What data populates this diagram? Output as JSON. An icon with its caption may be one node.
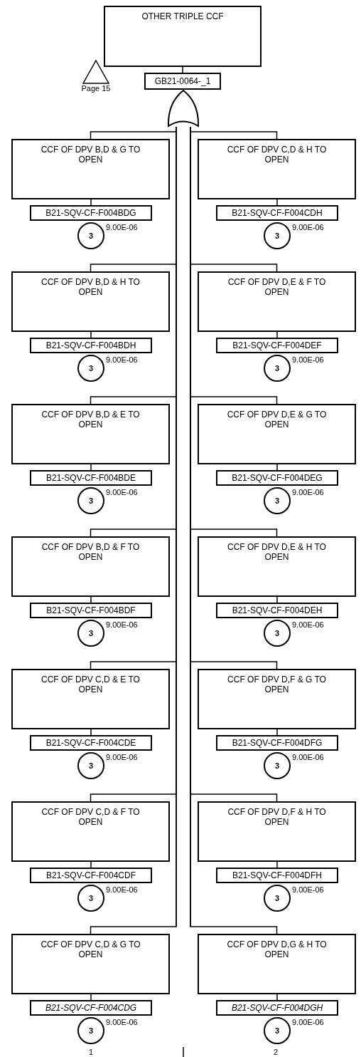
{
  "diagram": {
    "nodes": [
      {
        "text": [
          "OTHER TRIPLE CCF"
        ]
      },
      {
        "text": [],
        "shape": "triangle",
        "beside": [
          "Page 15"
        ]
      },
      {
        "text": [
          "GB21-0064-_1"
        ]
      },
      {
        "text": [],
        "shape": "gate"
      },
      {
        "text": [
          "CCF OF DPV B,D & G TO OPEN"
        ]
      },
      {
        "text": [
          "B21-SQV-CF-F004BDG"
        ]
      },
      {
        "text": [
          "3"
        ],
        "beside": [
          "9.00E-06"
        ]
      },
      {
        "text": [
          "CCF OF DPV C,D & H TO OPEN"
        ]
      },
      {
        "text": [
          "B21-SQV-CF-F004CDH"
        ]
      },
      {
        "text": [
          "3"
        ],
        "beside": [
          "9.00E-06"
        ]
      },
      {
        "text": [
          "CCF OF DPV B,D & H TO OPEN"
        ]
      },
      {
        "text": [
          "B21-SQV-CF-F004BDH"
        ]
      },
      {
        "text": [
          "3"
        ],
        "beside": [
          "9.00E-06"
        ]
      },
      {
        "text": [
          "CCF OF DPV D,E & F TO OPEN"
        ]
      },
      {
        "text": [
          "B21-SQV-CF-F004DEF"
        ]
      },
      {
        "text": [
          "3"
        ],
        "beside": [
          "9.00E-06"
        ]
      },
      {
        "text": [
          "CCF OF DPV B,D & E TO OPEN"
        ]
      },
      {
        "text": [
          "B21-SQV-CF-F004BDE"
        ]
      },
      {
        "text": [
          "3"
        ],
        "beside": [
          "9.00E-06"
        ]
      },
      {
        "text": [
          "CCF OF DPV D,E & G TO OPEN"
        ]
      },
      {
        "text": [
          "B21-SQV-CF-F004DEG"
        ]
      },
      {
        "text": [
          "3"
        ],
        "beside": [
          "9.00E-06"
        ]
      },
      {
        "text": [
          "CCF OF DPV B,D & F TO OPEN"
        ]
      },
      {
        "text": [
          "B21-SQV-CF-F004BDF"
        ]
      },
      {
        "text": [
          "3"
        ],
        "beside": [
          "9.00E-06"
        ]
      },
      {
        "text": [
          "CCF OF DPV D,E & H TO OPEN"
        ]
      },
      {
        "text": [
          "B21-SQV-CF-F004DEH"
        ]
      },
      {
        "text": [
          "3"
        ],
        "beside": [
          "9.00E-06"
        ]
      },
      {
        "text": [
          "CCF OF DPV C,D & E TO OPEN"
        ]
      },
      {
        "text": [
          "B21-SQV-CF-F004CDE"
        ]
      },
      {
        "text": [
          "3"
        ],
        "beside": [
          "9.00E-06"
        ]
      },
      {
        "text": [
          "CCF OF DPV D,F & G TO OPEN"
        ]
      },
      {
        "text": [
          "B21-SQV-CF-F004DFG"
        ]
      },
      {
        "text": [
          "3"
        ],
        "beside": [
          "9.00E-06"
        ]
      },
      {
        "text": [
          "CCF OF DPV C,D & F TO OPEN"
        ]
      },
      {
        "text": [
          "B21-SQV-CF-F004CDF"
        ]
      },
      {
        "text": [
          "3"
        ],
        "beside": [
          "9.00E-06"
        ]
      },
      {
        "text": [
          "CCF OF DPV D,F & H TO OPEN"
        ]
      },
      {
        "text": [
          "B21-SQV-CF-F004DFH"
        ]
      },
      {
        "text": [
          "3"
        ],
        "beside": [
          "9.00E-06"
        ]
      },
      {
        "text": [
          "CCF OF DPV C,D & G TO OPEN"
        ]
      },
      {
        "text": [
          "B21-SQV-CF-F004CDG"
        ]
      },
      {
        "text": [
          "3"
        ],
        "beside": [
          "9.00E-06"
        ]
      },
      {
        "text": [
          "CCF OF DPV D,G & H TO OPEN"
        ]
      },
      {
        "text": [
          "B21-SQV-CF-F004DGH"
        ]
      },
      {
        "text": [
          "3"
        ],
        "beside": [
          "9.00E-06"
        ]
      }
    ],
    "edges": [
      {
        "from": 0,
        "to": 2,
        "arrow": "none"
      },
      {
        "from": 3,
        "to": 4,
        "arrow": "none"
      },
      {
        "from": 4,
        "to": 5,
        "arrow": "none"
      },
      {
        "from": 3,
        "to": 7,
        "arrow": "none"
      },
      {
        "from": 7,
        "to": 8,
        "arrow": "none"
      },
      {
        "from": 3,
        "to": 10,
        "arrow": "none"
      },
      {
        "from": 10,
        "to": 11,
        "arrow": "none"
      },
      {
        "from": 3,
        "to": 13,
        "arrow": "none"
      },
      {
        "from": 13,
        "to": 14,
        "arrow": "none"
      },
      {
        "from": 3,
        "to": 16,
        "arrow": "none"
      },
      {
        "from": 16,
        "to": 17,
        "arrow": "none"
      },
      {
        "from": 3,
        "to": 19,
        "arrow": "none"
      },
      {
        "from": 19,
        "to": 20,
        "arrow": "none"
      },
      {
        "from": 3,
        "to": 22,
        "arrow": "none"
      },
      {
        "from": 22,
        "to": 23,
        "arrow": "none"
      },
      {
        "from": 3,
        "to": 25,
        "arrow": "none"
      },
      {
        "from": 25,
        "to": 26,
        "arrow": "none"
      },
      {
        "from": 3,
        "to": 28,
        "arrow": "none"
      },
      {
        "from": 28,
        "to": 29,
        "arrow": "none"
      },
      {
        "from": 3,
        "to": 31,
        "arrow": "none"
      },
      {
        "from": 31,
        "to": 32,
        "arrow": "none"
      },
      {
        "from": 3,
        "to": 34,
        "arrow": "none"
      },
      {
        "from": 34,
        "to": 35,
        "arrow": "none"
      },
      {
        "from": 3,
        "to": 37,
        "arrow": "none"
      },
      {
        "from": 37,
        "to": 38,
        "arrow": "none"
      },
      {
        "from": 3,
        "to": 40,
        "arrow": "none"
      },
      {
        "from": 40,
        "to": 41,
        "arrow": "none"
      },
      {
        "from": 3,
        "to": 43,
        "arrow": "none"
      },
      {
        "from": 43,
        "to": 44,
        "arrow": "none"
      }
    ],
    "labels": [
      "1",
      "2"
    ]
  }
}
